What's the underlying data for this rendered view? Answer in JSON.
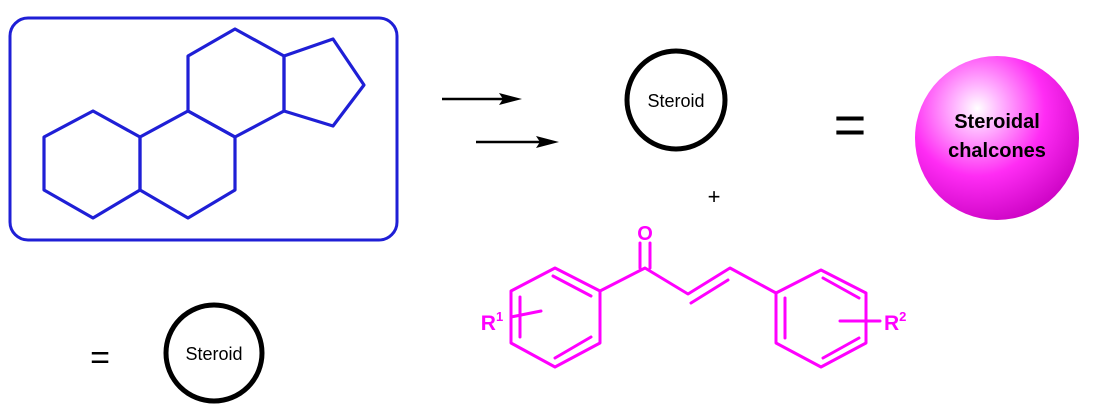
{
  "scheme": {
    "steroid_label_top": "Steroid",
    "steroid_label_bottom": "Steroid",
    "equals_top": "=",
    "equals_bottom": "=",
    "plus": "+",
    "product_line1": "Steroidal",
    "product_line2": "chalcones",
    "chalcone": {
      "oxygen": "O",
      "r1": "R",
      "r1_sup": "1",
      "r2": "R",
      "r2_sup": "2"
    },
    "colors": {
      "core_structure": "#1f1fd6",
      "chalcone": "#ff00ff",
      "sphere": "#ff00ff",
      "steroid_circle": "#000000"
    }
  }
}
